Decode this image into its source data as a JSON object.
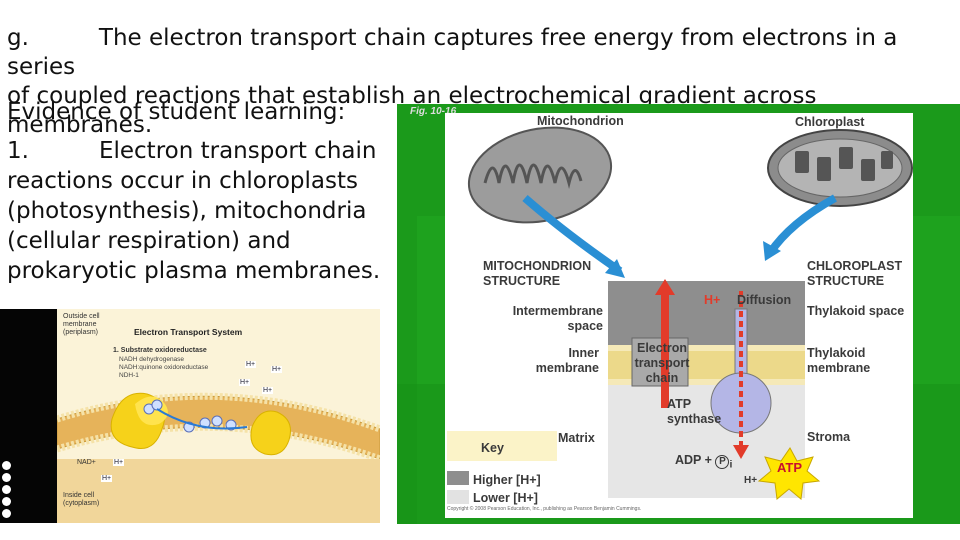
{
  "heading": {
    "prefix": "g.",
    "text_line1": "The electron transport chain captures free energy from electrons in a series",
    "text_line2": "of coupled reactions that establish an electrochemical gradient across membranes."
  },
  "evidence": {
    "title": "Evidence of student learning:",
    "item_number": "1.",
    "item_line1": "Electron transport chain",
    "item_line2": "reactions occur in chloroplasts",
    "item_line3": "(photosynthesis), mitochondria",
    "item_line4": "(cellular respiration) and",
    "item_line5": "prokaryotic plasma membranes."
  },
  "ets_figure": {
    "title": "Electron Transport System",
    "outside_label": "Outside cell membrane (periplasm)",
    "step1": "1. Substrate oxidoreductase",
    "enzyme1": "NADH dehydrogenase",
    "enzyme2": "NADH:quinone oxidoreductase",
    "enzyme3": "NDH-1",
    "nad": "NAD+",
    "h_plus": "H+",
    "inside_label": "Inside cell (cytoplasm)"
  },
  "fig_figure": {
    "fig_number": "Fig. 10-16",
    "mitochondrion": "Mitochondrion",
    "chloroplast": "Chloroplast",
    "mito_structure": "MITOCHONDRION STRUCTURE",
    "chloro_structure": "CHLOROPLAST STRUCTURE",
    "h_plus": "H+",
    "diffusion": "Diffusion",
    "intermembrane_space": "Intermembrane space",
    "thylakoid_space": "Thylakoid space",
    "inner_membrane": "Inner membrane",
    "thylakoid_membrane": "Thylakoid membrane",
    "etc": "Electron transport chain",
    "atp_synthase": "ATP synthase",
    "matrix": "Matrix",
    "stroma": "Stroma",
    "key": "Key",
    "higher": "Higher [H+]",
    "lower": "Lower [H+]",
    "adp": "ADP +",
    "pi": "P",
    "pi_sub": "i",
    "atp": "ATP",
    "h_plus_bottom": "H+",
    "copyright": "Copyright © 2008 Pearson Education, Inc., publishing as Pearson Benjamin Cummings."
  },
  "colors": {
    "green_panel": "#1b9a1b",
    "arrow_blue": "#2a8fd4",
    "membrane_yellow": "#ecd98a",
    "synthase_purple": "#b4b6e6",
    "atp_yellow": "#ffe600",
    "h_gradient_red": "#e23b2a"
  }
}
